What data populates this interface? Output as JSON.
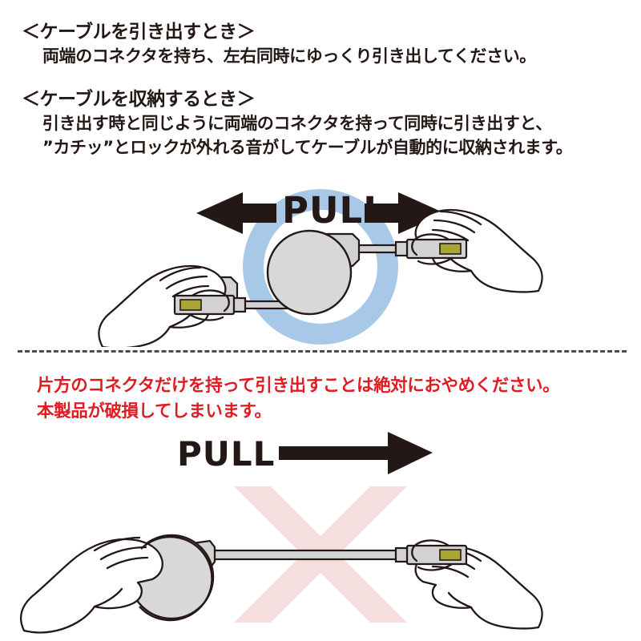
{
  "document": {
    "language": "ja",
    "background_color": "#ffffff",
    "text_color": "#231815",
    "warning_color": "#e01b22"
  },
  "sections": {
    "pull_out": {
      "heading": "＜ケーブルを引き出すとき＞",
      "lines": [
        "両端のコネクタを持ち、左右同時にゆっくり引き出してください。"
      ]
    },
    "retract": {
      "heading": "＜ケーブルを収納するとき＞",
      "lines": [
        "引き出す時と同じように両端のコネクタを持って同時に引き出すと、",
        "”カチッ”とロックが外れる音がしてケーブルが自動的に収納されます。"
      ]
    },
    "warning": {
      "lines": [
        "片方のコネクタだけを持って引き出すことは絶対におやめください。",
        "本製品が破損してしまいます。"
      ]
    }
  },
  "illustrations": {
    "correct": {
      "label": "PULL",
      "arrow_direction": "bidirectional",
      "highlight_ring_color": "#a8c8e8",
      "reel_fill": "#d8d8d8",
      "connector_fill": "#d2d2d2",
      "contact_fill": "#a9a531",
      "outline_color": "#231815",
      "description": "両手で両端のコネクタを持って左右に引き出す"
    },
    "wrong": {
      "label": "PULL",
      "arrow_direction": "right",
      "cross_mark_color": "#f4dede",
      "reel_fill": "#d8d8d8",
      "connector_fill": "#d2d2d2",
      "contact_fill": "#a9a531",
      "outline_color": "#231815",
      "description": "片手で本体を持ち片方のコネクタだけを引き出す（禁止）"
    }
  },
  "divider": {
    "style": "dashed",
    "color": "#4c4c4c"
  }
}
